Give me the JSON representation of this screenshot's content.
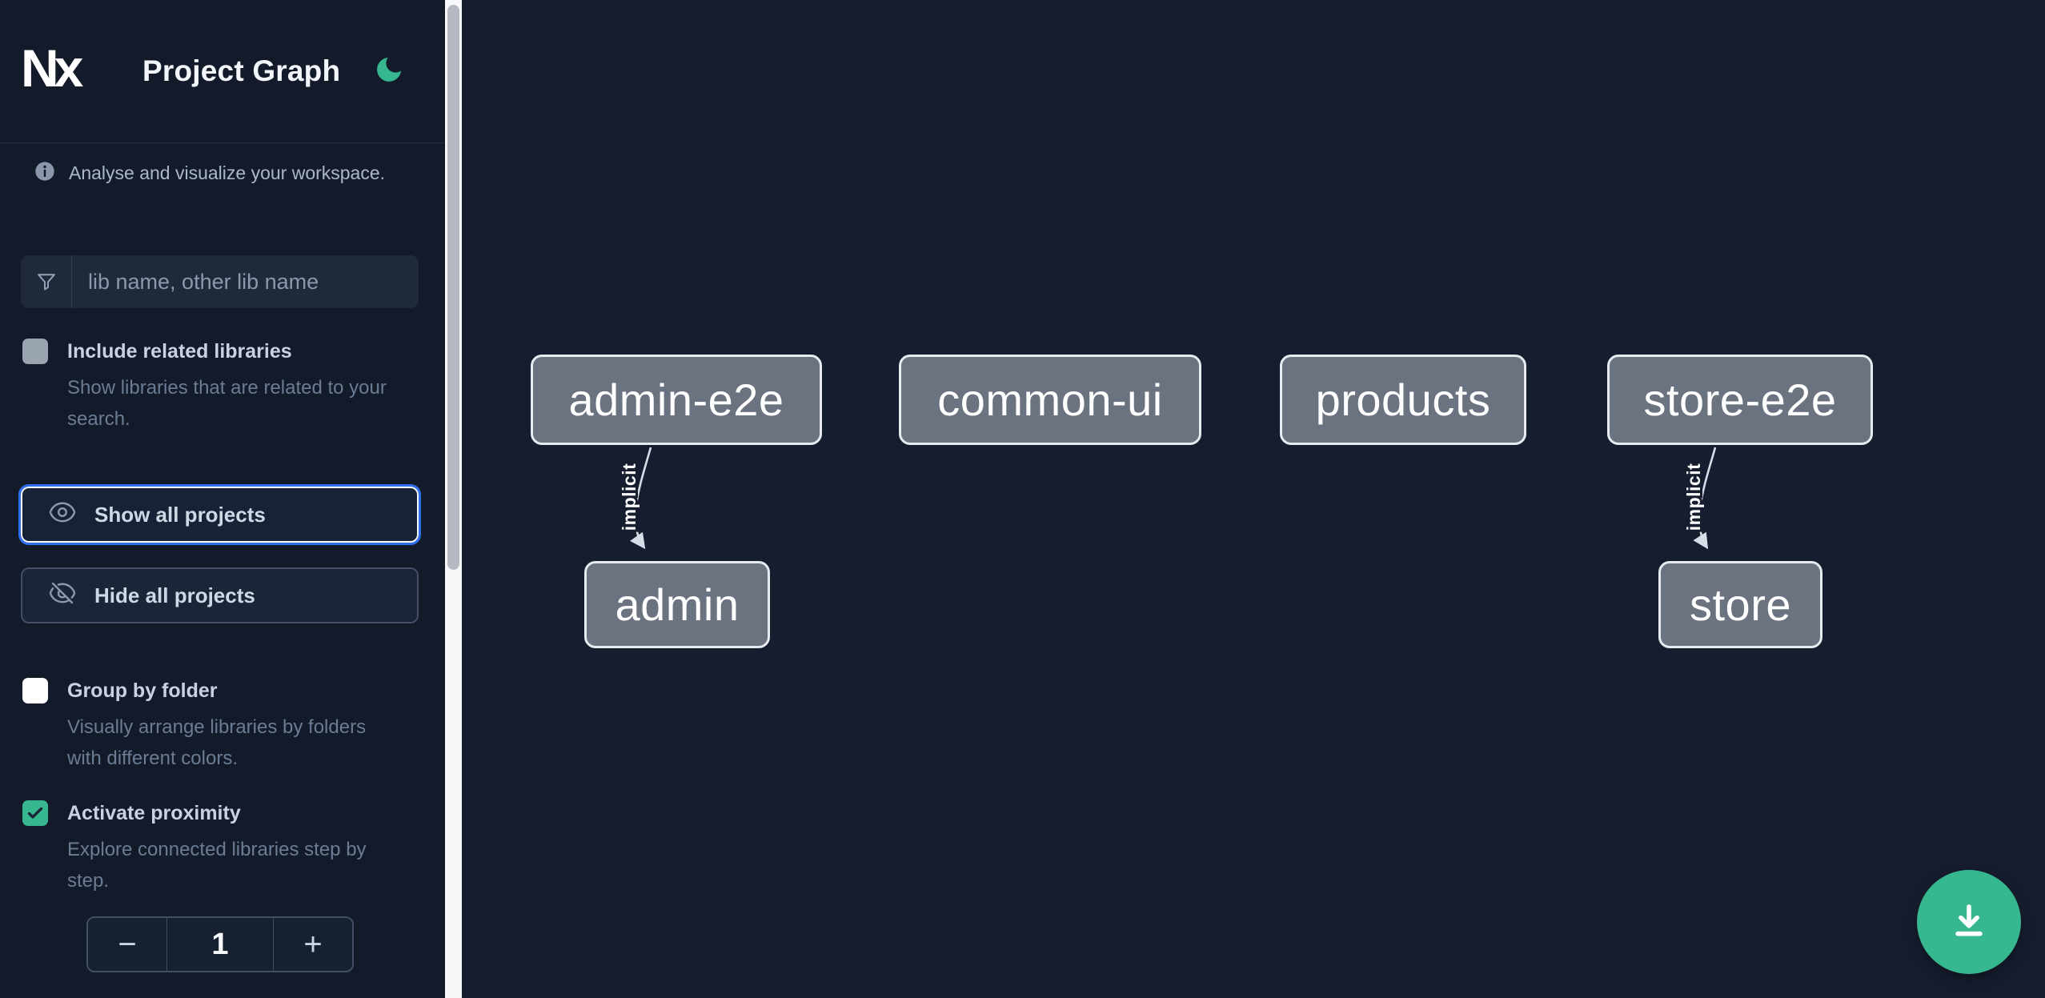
{
  "header": {
    "logo_text": "Nx",
    "title": "Project Graph",
    "theme": "dark"
  },
  "sidebar": {
    "tagline": "Analyse and visualize your workspace.",
    "search": {
      "placeholder": "lib name, other lib name",
      "value": ""
    },
    "options": [
      {
        "label": "Include related libraries",
        "description": "Show libraries that are related to your search.",
        "checked": false
      },
      {
        "label": "Group by folder",
        "description": "Visually arrange libraries by folders with different colors.",
        "checked": false
      },
      {
        "label": "Activate proximity",
        "description": "Explore connected libraries step by step.",
        "checked": true
      }
    ],
    "actions": [
      {
        "label": "Show all projects",
        "icon": "eye",
        "focused": true
      },
      {
        "label": "Hide all projects",
        "icon": "eye-off",
        "focused": false
      }
    ],
    "proximity_stepper": {
      "decrement": "−",
      "value": "1",
      "increment": "+"
    }
  },
  "graph": {
    "nodes": [
      {
        "label": "admin-e2e"
      },
      {
        "label": "common-ui"
      },
      {
        "label": "products"
      },
      {
        "label": "store-e2e"
      },
      {
        "label": "admin"
      },
      {
        "label": "store"
      }
    ],
    "edges": [
      {
        "source": "admin-e2e",
        "target": "admin",
        "label": "implicit"
      },
      {
        "source": "store-e2e",
        "target": "store",
        "label": "implicit"
      }
    ]
  },
  "fab": {
    "icon": "download"
  },
  "colors": {
    "accent_green": "#37b790",
    "focus_blue": "#2f6feb",
    "sidebar_bg": "#131a2a",
    "canvas_bg": "#161d2e",
    "node_fill": "#6b7280",
    "node_border": "#e7eaef",
    "edge": "#d7dde6"
  }
}
